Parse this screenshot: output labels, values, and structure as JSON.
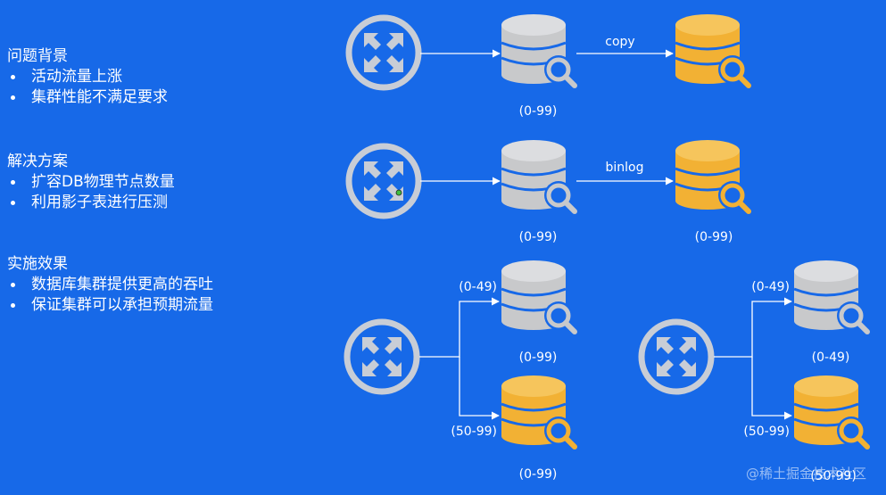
{
  "sections": [
    {
      "title": "问题背景",
      "bullets": [
        "活动流量上涨",
        "集群性能不满足要求"
      ]
    },
    {
      "title": "解决方案",
      "bullets": [
        "扩容DB物理节点数量",
        "利用影子表进行压测"
      ]
    },
    {
      "title": "实施效果",
      "bullets": [
        "数据库集群提供更高的吞吐",
        "保证集群可以承担预期流量"
      ]
    }
  ],
  "diagram": {
    "row1": {
      "edge_label": "copy",
      "primary_range": "(0-99)"
    },
    "row2": {
      "edge_label": "binlog",
      "primary_range": "(0-99)",
      "shadow_range": "(0-99)"
    },
    "row3a": {
      "upper_route": "(0-49)",
      "upper_range": "(0-99)",
      "lower_route": "(50-99)",
      "lower_range": "(0-99)"
    },
    "row3b": {
      "upper_route": "(0-49)",
      "upper_range": "(0-49)",
      "lower_route": "(50-99)",
      "lower_range": "(50-99)"
    }
  },
  "watermark": "@稀土掘金技术社区",
  "colors": {
    "background": "#1769e8",
    "db_gray": "#c8c9cb",
    "db_yellow": "#f2b134",
    "stroke": "#c8cdd6"
  }
}
